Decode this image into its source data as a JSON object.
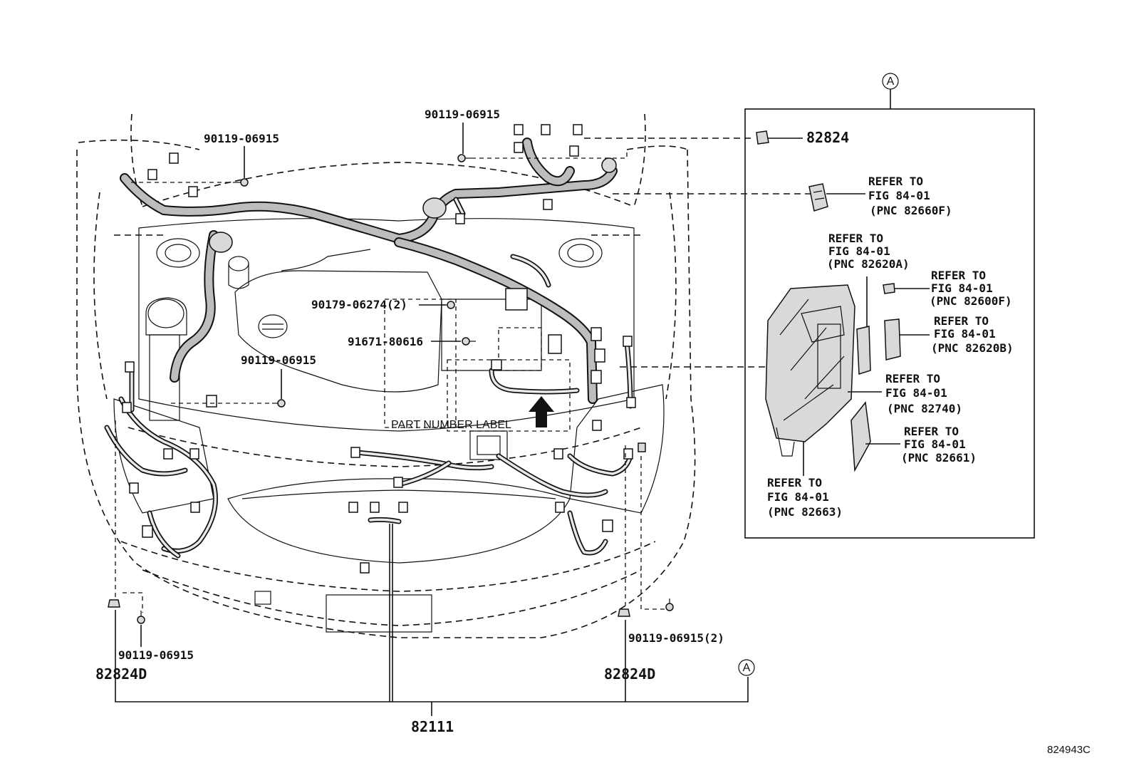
{
  "diagram_code": "824943C",
  "callouts": {
    "a_top": "A",
    "a_bottom": "A",
    "p82824": "82824",
    "p82824d_left": "82824D",
    "p82824d_right": "82824D",
    "p82111": "82111",
    "bolt_top": "90119-06915",
    "bolt_top_center": "90119-06915",
    "bolt_mid": "90119-06915",
    "bolt_bottom_left": "90119-06915",
    "bolt_bottom_right": "90119-06915(2)",
    "clip_90179": "90179-06274(2)",
    "bolt_91671": "91671-80616",
    "part_number_label": "PART NUMBER LABEL"
  },
  "refer_notes": [
    {
      "line1": "REFER TO",
      "line2": "FIG 84-01",
      "line3": "(PNC 82660F)"
    },
    {
      "line1": "REFER TO",
      "line2": "FIG 84-01",
      "line3": "(PNC 82620A)"
    },
    {
      "line1": "REFER TO",
      "line2": "FIG 84-01",
      "line3": "(PNC 82600F)"
    },
    {
      "line1": "REFER TO",
      "line2": "FIG 84-01",
      "line3": "(PNC 82620B)"
    },
    {
      "line1": "REFER TO",
      "line2": "FIG 84-01",
      "line3": "(PNC 82740)"
    },
    {
      "line1": "REFER TO",
      "line2": "FIG 84-01",
      "line3": "(PNC 82661)"
    },
    {
      "line1": "REFER TO",
      "line2": "FIG 84-01",
      "line3": "(PNC 82663)"
    }
  ]
}
